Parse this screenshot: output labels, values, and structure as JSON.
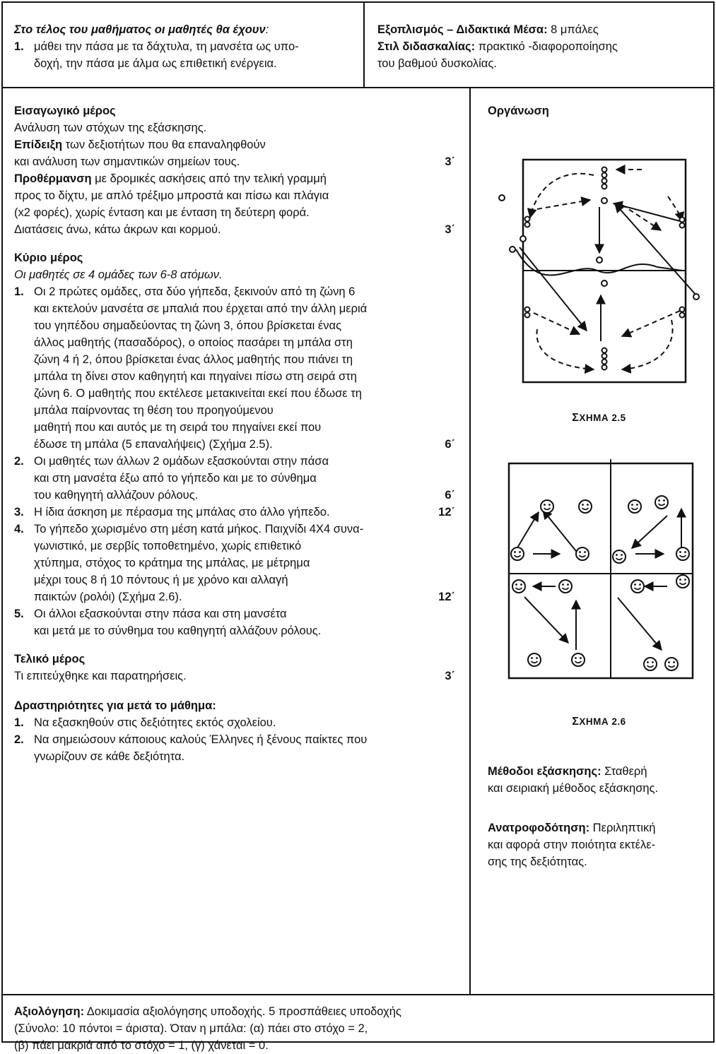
{
  "header": {
    "objectives_title": "Στο τέλος του μαθήματος οι μαθητές θα έχουν",
    "objectives_colon": ":",
    "objectives_num": "1.",
    "objectives_line1": "μάθει την πάσα με τα δάχτυλα, τη μανσέτα ως υπο-",
    "objectives_line2": "δοχή, την πάσα με άλμα ως επιθετική ενέργεια.",
    "equipment_label": "Εξοπλισμός – Διδακτικά Μέσα:",
    "equipment_value": " 8 μπάλες",
    "style_label": "Στιλ διδασκαλίας:",
    "style_value": " πρακτικό -διαφοροποίησης",
    "style_value2": "του βαθμού δυσκολίας."
  },
  "intro": {
    "title": "Εισαγωγικό μέρος",
    "l1": "Ανάλυση των στόχων της εξάσκησης.",
    "demo_label": "Επίδειξη",
    "demo_text": " των δεξιοτήτων που θα επαναληφθούν",
    "l3": "και ανάλυση των σημαντικών σημείων τους.",
    "t1": "3΄",
    "warmup_label": "Προθέρμανση",
    "warmup_text": " με δρομικές ασκήσεις από την τελική γραμμή",
    "l5": "προς το δίχτυ, με απλό τρέξιμο μπροστά και πίσω και πλάγια",
    "l6": "(x2 φορές), χωρίς ένταση και με ένταση τη δεύτερη φορά.",
    "l7": "Διατάσεις άνω, κάτω άκρων και κορμού.",
    "t2": "3΄"
  },
  "main": {
    "title": "Κύριο μέρος",
    "subtitle": "Οι μαθητές σε 4 ομάδες των 6-8 ατόμων.",
    "items": [
      {
        "num": "1.",
        "lines": [
          "Οι 2 πρώτες ομάδες, στα δύο γήπεδα, ξεκινούν από τη ζώνη 6",
          "και εκτελούν μανσέτα σε μπαλιά που έρχεται από την άλλη μεριά",
          "του γηπέδου σημαδεύοντας τη ζώνη 3, όπου βρίσκεται ένας",
          "άλλος μαθητής (πασαδόρος),  ο οποίος πασάρει τη μπάλα στη",
          "ζώνη 4 ή 2, όπου βρίσκεται ένας άλλος μαθητής που πιάνει τη",
          "μπάλα τη δίνει στον καθηγητή και πηγαίνει πίσω στη σειρά στη",
          "ζώνη 6. Ο μαθητής που εκτέλεσε μετακινείται εκεί που έδωσε τη",
          "μπάλα παίρνοντας τη θέση του προηγούμενου",
          "μαθητή που και αυτός με τη σειρά του πηγαίνει εκεί που",
          "έδωσε τη μπάλα (5 επαναλήψεις) (Σχήμα 2.5)."
        ],
        "time": "6΄"
      },
      {
        "num": "2.",
        "lines": [
          "Οι μαθητές των άλλων 2 ομάδων εξασκούνται στην πάσα",
          "και στη μανσέτα έξω από το γήπεδο και με το σύνθημα",
          "του καθηγητή αλλάζουν ρόλους."
        ],
        "time": "6΄"
      },
      {
        "num": "3.",
        "lines": [
          "Η ίδια άσκηση με πέρασμα της μπάλας στο άλλο γήπεδο."
        ],
        "time": "12΄"
      },
      {
        "num": "4.",
        "lines": [
          "Το γήπεδο χωρισμένο στη μέση κατά μήκος. Παιχνίδι 4Χ4 συνα-",
          "γωνιστικό, με σερβίς τοποθετημένο, χωρίς επιθετικό",
          "χτύπημα, στόχος το κράτημα της μπάλας, με μέτρημα",
          "μέχρι τους 8 ή 10 πόντους ή με χρόνο και αλλαγή",
          "παικτών (ρολόι) (Σχήμα 2.6)."
        ],
        "time": "12΄"
      },
      {
        "num": "5.",
        "lines": [
          "Οι άλλοι εξασκούνται στην πάσα και στη μανσέτα",
          "και μετά με το σύνθημα του καθηγητή αλλάζουν ρόλους."
        ],
        "time": ""
      }
    ]
  },
  "final": {
    "title": "Τελικό μέρος",
    "l1": "Τι επιτεύχθηκε και παρατηρήσεις.",
    "t1": "3΄"
  },
  "after": {
    "title": "Δραστηριότητες για μετά το μάθημα:",
    "n1": "1.",
    "i1": "Να εξασκηθούν στις δεξιότητες εκτός σχολείου.",
    "n2": "2.",
    "i2a": "Να σημειώσουν κάποιους καλούς Έλληνες ή ξένους παίκτες που",
    "i2b": "γνωρίζουν σε κάθε δεξιότητα."
  },
  "side": {
    "org_title": "Οργάνωση",
    "fig1_caption_first": "Σ",
    "fig1_caption_rest": "ΧΗΜΑ 2.5",
    "fig2_caption_first": "Σ",
    "fig2_caption_rest": "ΧΗΜΑ 2.6",
    "methods_label": "Μέθοδοι εξάσκησης:",
    "methods_text1": " Σταθερή",
    "methods_text2": "και σειριακή μέθοδος εξάσκησης.",
    "feedback_label": "Ανατροφοδότηση:",
    "feedback_text1": " Περιληπτική",
    "feedback_text2": "και αφορά στην ποιότητα εκτέλε-",
    "feedback_text3": "σης της δεξιότητας."
  },
  "footer": {
    "eval_label": "Αξιολόγηση:",
    "eval_text1": " Δοκιμασία αξιολόγησης υποδοχής. 5 προσπάθειες υποδοχής",
    "eval_text2": "(Σύνολο: 10 πόντοι = άριστα). Όταν η μπάλα: (α) πάει στο στόχο = 2,",
    "eval_text3": "(β) πάει μακριά από το στόχο = 1, (γ) χάνεται = 0."
  },
  "icons": {
    "player": "smiley-face-icon",
    "ball": "ball-icon"
  }
}
